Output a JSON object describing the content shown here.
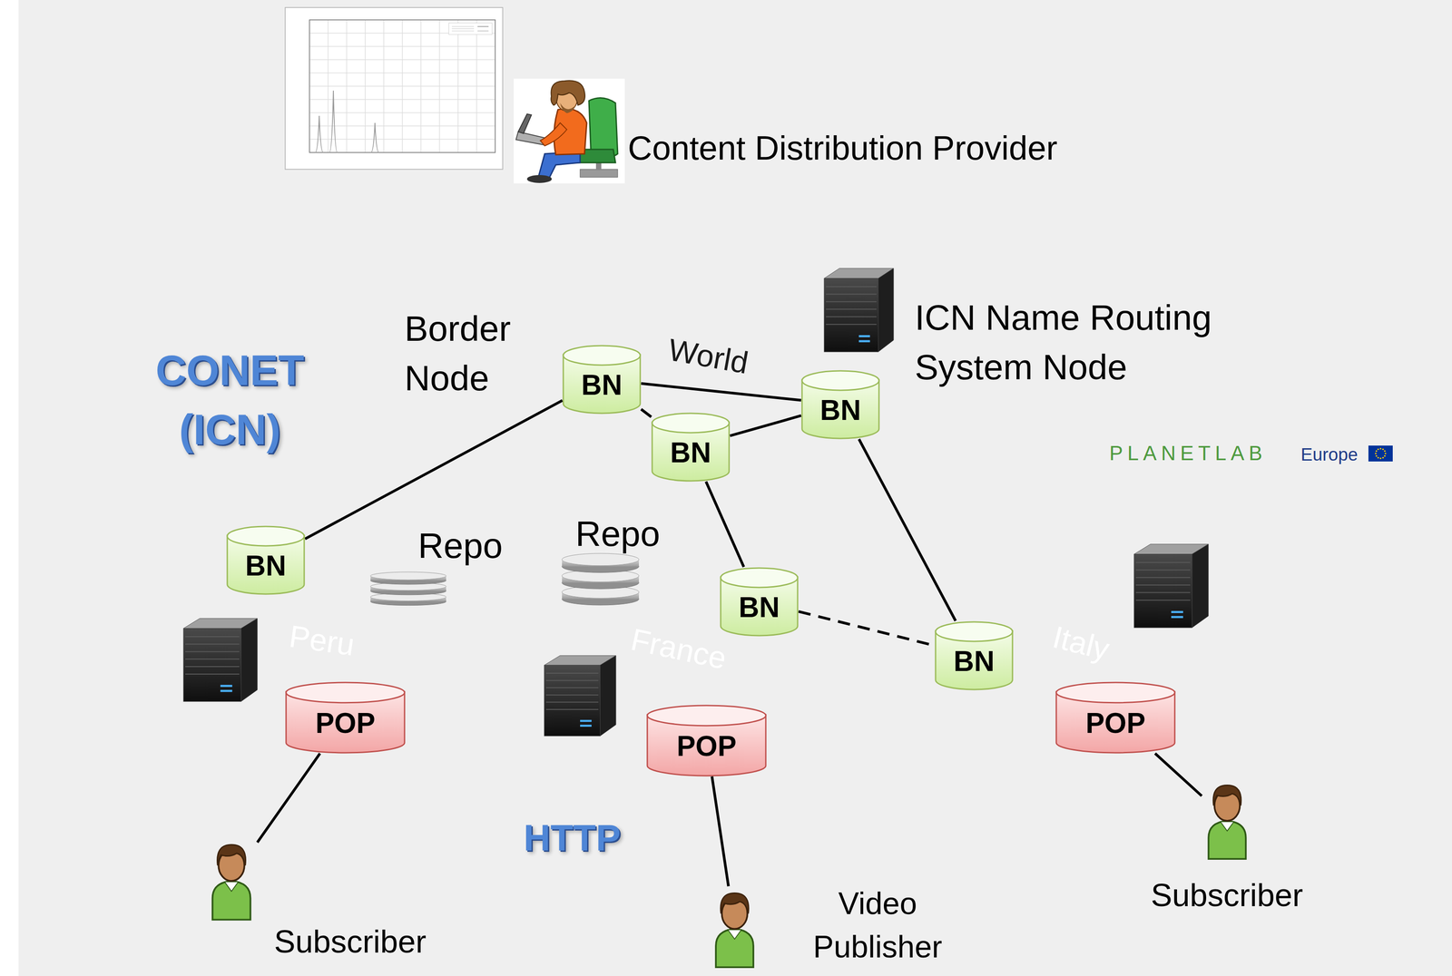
{
  "diagram": {
    "nodes": [
      {
        "text": [
          "CONET (ICN)"
        ]
      },
      {
        "text": [
          "World"
        ],
        "in": 0
      },
      {
        "text": [
          "BN"
        ],
        "in": 1
      },
      {
        "text": [
          "BN"
        ],
        "in": 1
      },
      {
        "text": [
          "BN"
        ],
        "in": 1
      },
      {
        "text": [
          "Peru"
        ],
        "in": 0
      },
      {
        "text": [
          "BN"
        ],
        "in": 5
      },
      {
        "text": [
          "POP"
        ],
        "in": 5
      },
      {
        "text": [
          "France"
        ],
        "in": 0
      },
      {
        "text": [
          "BN"
        ],
        "in": 8
      },
      {
        "text": [
          "POP"
        ],
        "in": 8
      },
      {
        "text": [
          "Italy"
        ],
        "in": 0
      },
      {
        "text": [
          "BN"
        ],
        "in": 11
      },
      {
        "text": [
          "POP"
        ],
        "in": 11
      },
      {
        "text": [
          "HTTP"
        ]
      },
      {
        "text": [
          "Subscriber"
        ],
        "in": 14
      },
      {
        "text": [
          "Video Publisher"
        ],
        "in": 14
      },
      {
        "text": [
          "Subscriber"
        ],
        "in": 14
      }
    ],
    "edges": [
      {
        "from": 2,
        "to": 3,
        "arrow": "none"
      },
      {
        "from": 2,
        "to": 4,
        "arrow": "none"
      },
      {
        "from": 4,
        "to": 3,
        "arrow": "none"
      },
      {
        "from": 6,
        "to": 2,
        "arrow": "none"
      },
      {
        "from": 4,
        "to": 9,
        "arrow": "none"
      },
      {
        "from": 3,
        "to": 12,
        "arrow": "none"
      },
      {
        "from": 9,
        "to": 12,
        "arrow": "none"
      },
      {
        "from": 7,
        "to": 15,
        "arrow": "none"
      },
      {
        "from": 10,
        "to": 16,
        "arrow": "none"
      },
      {
        "from": 13,
        "to": 17,
        "arrow": "none"
      }
    ],
    "labels": [
      "Content Distribution Provider",
      "Border Node",
      "ICN Name Routing System Node",
      "PLANETLAB",
      "Europe",
      "Repo",
      "Repo"
    ]
  }
}
